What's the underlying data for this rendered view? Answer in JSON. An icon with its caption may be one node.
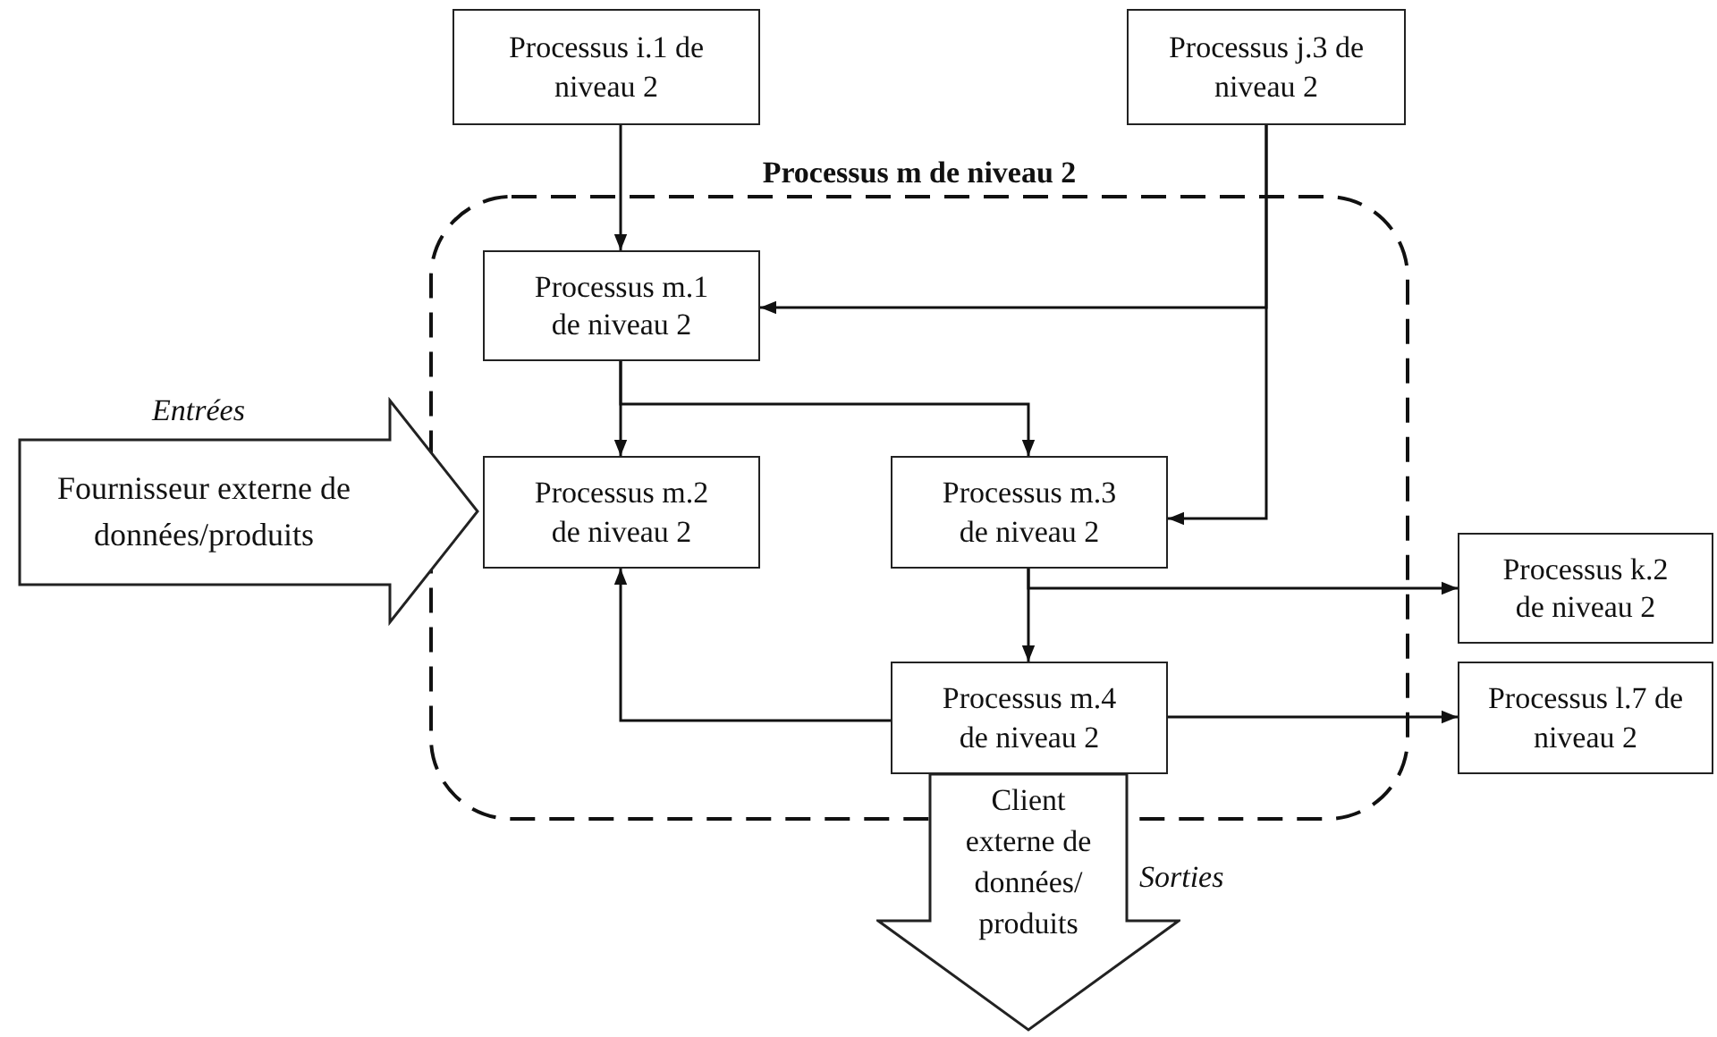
{
  "diagram": {
    "nodes": [
      {
        "text": [
          "Processus m de niveau 2"
        ]
      },
      {
        "text": [
          "Processus i.1 de niveau 2"
        ]
      },
      {
        "text": [
          "Processus j.3 de niveau 2"
        ]
      },
      {
        "text": [
          "Processus m.1 de niveau 2"
        ],
        "in": 0
      },
      {
        "text": [
          "Processus m.2 de niveau 2"
        ],
        "in": 0
      },
      {
        "text": [
          "Processus m.3 de niveau 2"
        ],
        "in": 0
      },
      {
        "text": [
          "Processus m.4 de niveau 2"
        ],
        "in": 0
      },
      {
        "text": [
          "Processus k.2 de niveau 2"
        ]
      },
      {
        "text": [
          "Processus l.7 de niveau 2"
        ]
      },
      {
        "text": [
          "Fournisseur externe de données/produits"
        ],
        "beside": [
          "Entrées"
        ]
      },
      {
        "text": [
          "Client externe de données/ produits"
        ],
        "beside": [
          "Sorties"
        ]
      }
    ],
    "edges": [
      {
        "from": 1,
        "to": 3,
        "arrow": "to"
      },
      {
        "from": 2,
        "to": 3,
        "arrow": "to"
      },
      {
        "from": 2,
        "to": 5,
        "arrow": "to"
      },
      {
        "from": 3,
        "to": 4,
        "arrow": "to"
      },
      {
        "from": 3,
        "to": 5,
        "arrow": "to"
      },
      {
        "from": 5,
        "to": 6,
        "arrow": "to"
      },
      {
        "from": 5,
        "to": 7,
        "arrow": "to"
      },
      {
        "from": 6,
        "to": 8,
        "arrow": "to"
      },
      {
        "from": 6,
        "to": 4,
        "arrow": "to"
      }
    ]
  }
}
